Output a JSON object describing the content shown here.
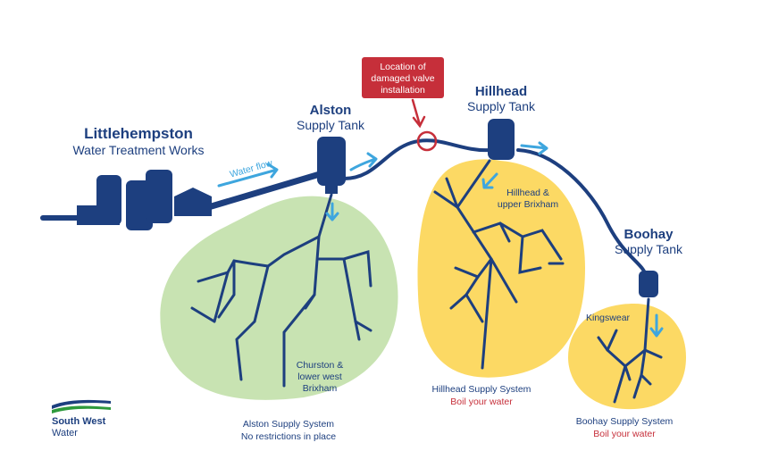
{
  "works": {
    "title": "Littlehempston",
    "subtitle": "Water Treatment Works"
  },
  "water_flow_label": "Water flow",
  "tanks": {
    "alston": [
      "Alston",
      "Supply Tank"
    ],
    "hillhead": [
      "Hillhead",
      "Supply Tank"
    ],
    "boohay": [
      "Boohay",
      "Supply Tank"
    ]
  },
  "damaged_valve": [
    "Location of",
    "damaged valve",
    "installation"
  ],
  "areas": {
    "alston_area": [
      "Churston &",
      "lower west",
      "Brixham"
    ],
    "hillhead_area": [
      "Hillhead &",
      "upper Brixham"
    ],
    "kingswear": "Kingswear"
  },
  "systems": {
    "alston": {
      "name": "Alston Supply System",
      "status": "No restrictions in place"
    },
    "hillhead": {
      "name": "Hillhead Supply System",
      "status": "Boil your water"
    },
    "boohay": {
      "name": "Boohay Supply System",
      "status": "Boil your water"
    }
  },
  "logo": {
    "line1": "South West",
    "line2": "Water"
  },
  "colors": {
    "navy": "#1d3f7f",
    "flow_arrow": "#3ea6de",
    "green_zone": "#c8e3b2",
    "yellow_zone": "#fcd964",
    "alert_red": "#c62f3a"
  }
}
